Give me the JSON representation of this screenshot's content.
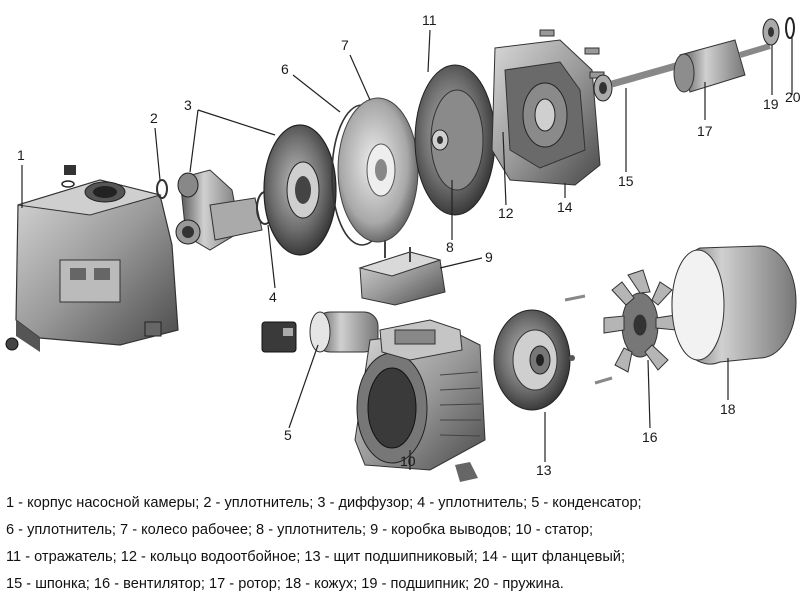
{
  "labels": {
    "n1": "1",
    "n2": "2",
    "n3": "3",
    "n4": "4",
    "n5": "5",
    "n6": "6",
    "n7": "7",
    "n8": "8",
    "n9": "9",
    "n10": "10",
    "n11": "11",
    "n12": "12",
    "n13": "13",
    "n14": "14",
    "n15": "15",
    "n16": "16",
    "n17": "17",
    "n18": "18",
    "n19": "19",
    "n20": "20"
  },
  "legend": {
    "line1": "1 - корпус насосной камеры; 2 - уплотнитель; 3 - диффузор; 4 - уплотнитель; 5 - конденсатор;",
    "line2": "6 - уплотнитель; 7 - колесо рабочее; 8 - уплотнитель; 9 - коробка выводов; 10 - статор;",
    "line3": "11 - отражатель; 12 - кольцо водоотбойное; 13 - щит подшипниковый; 14 - щит фланцевый;",
    "line4": "15 - шпонка; 16 - вентилятор; 17 - ротор; 18 - кожух; 19 - подшипник; 20 - пружина."
  }
}
